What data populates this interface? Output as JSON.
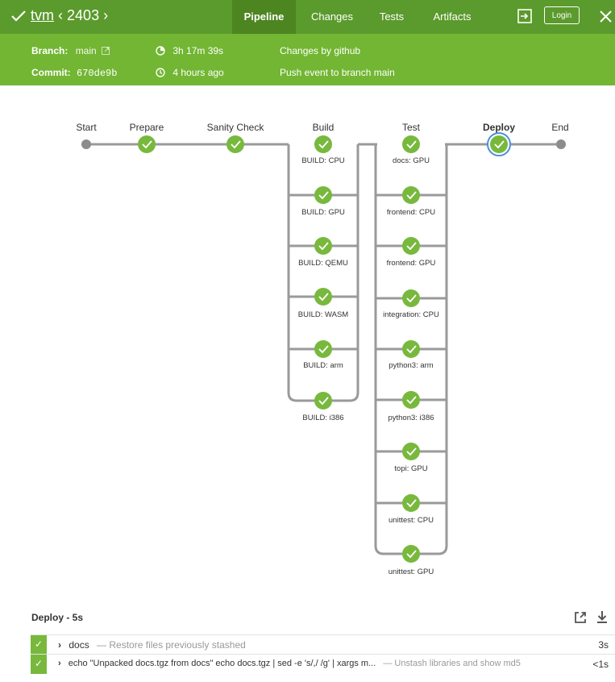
{
  "header": {
    "job": "tvm",
    "run": "2403",
    "tabs": [
      "Pipeline",
      "Changes",
      "Tests",
      "Artifacts"
    ],
    "login": "Login"
  },
  "run_info": {
    "branch_label": "Branch:",
    "branch": "main",
    "commit_label": "Commit:",
    "commit": "670de9b",
    "duration": "3h 17m 39s",
    "started": "4 hours ago",
    "changes": "Changes by github",
    "cause": "Push event to branch main"
  },
  "pipeline": {
    "stages": [
      "Start",
      "Prepare",
      "Sanity Check",
      "Build",
      "Test",
      "Deploy",
      "End"
    ],
    "build_nodes": [
      "BUILD: CPU",
      "BUILD: GPU",
      "BUILD: QEMU",
      "BUILD: WASM",
      "BUILD: arm",
      "BUILD: i386"
    ],
    "test_nodes": [
      "docs: GPU",
      "frontend: CPU",
      "frontend: GPU",
      "integration: CPU",
      "python3: arm",
      "python3: i386",
      "topi: GPU",
      "unittest: CPU",
      "unittest: GPU"
    ],
    "colors": {
      "success": "#78b93d",
      "line": "#9a9a9a",
      "selected": "#4a90d9"
    }
  },
  "log": {
    "title": "Deploy - 5s",
    "steps": [
      {
        "name": "docs",
        "desc": "— Restore files previously stashed",
        "duration": "3s"
      },
      {
        "name": "echo \"Unpacked docs.tgz from docs\" echo docs.tgz | sed -e 's/,/ /g' | xargs m...",
        "desc": "— Unstash libraries and show md5",
        "duration": "<1s"
      }
    ]
  }
}
